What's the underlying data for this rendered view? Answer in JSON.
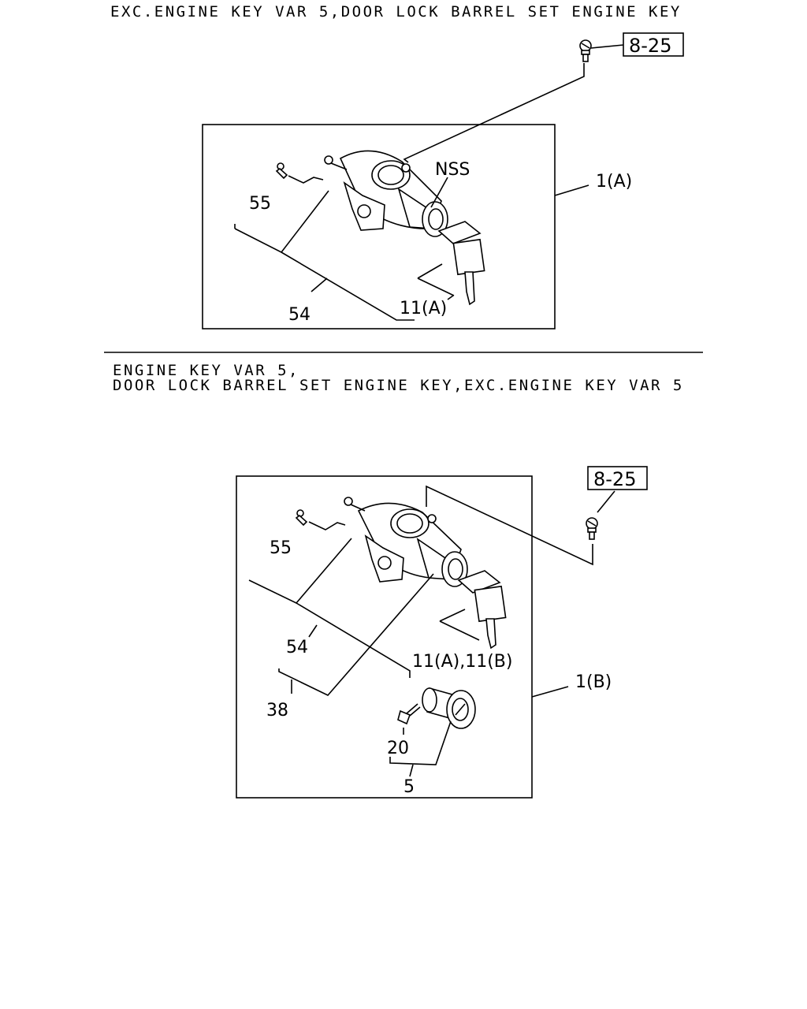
{
  "sections": [
    {
      "caption_lines": [
        "EXC.ENGINE KEY VAR 5,DOOR LOCK BARREL SET ENGINE KEY"
      ],
      "ref_box": "8-25",
      "assembly_label": "1(A)",
      "callouts": {
        "screw": "55",
        "body": "54",
        "keys": "11(A)",
        "note": "NSS"
      }
    },
    {
      "caption_lines": [
        "ENGINE KEY VAR 5,",
        "DOOR LOCK BARREL SET ENGINE KEY,EXC.ENGINE KEY VAR 5"
      ],
      "ref_box": "8-25",
      "assembly_label": "1(B)",
      "callouts": {
        "screw": "55",
        "body": "54",
        "keys": "11(A),11(B)",
        "set": "38",
        "clip": "20",
        "barrel": "5"
      }
    }
  ]
}
